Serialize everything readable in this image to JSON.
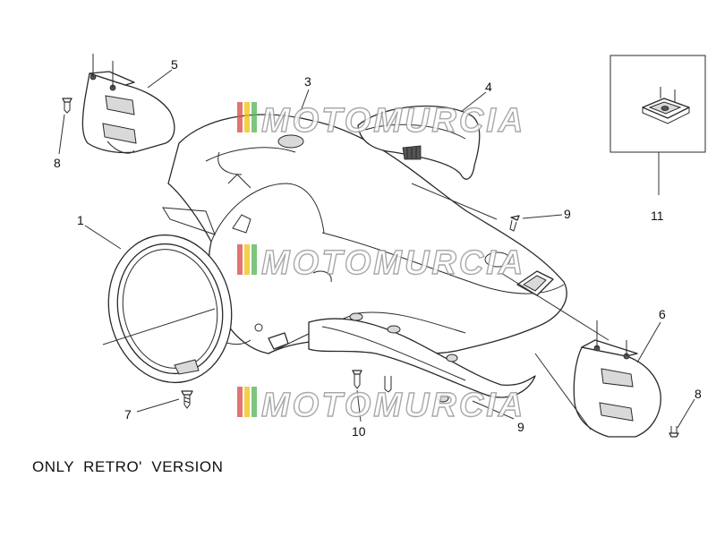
{
  "watermark": "MOTOMURCIA",
  "note": "ONLY  RETRO'  VERSION",
  "callouts": [
    {
      "id": "c1",
      "label": "1"
    },
    {
      "id": "c3",
      "label": "3"
    },
    {
      "id": "c4",
      "label": "4"
    },
    {
      "id": "c5",
      "label": "5"
    },
    {
      "id": "c6",
      "label": "6"
    },
    {
      "id": "c7",
      "label": "7"
    },
    {
      "id": "c8a",
      "label": "8"
    },
    {
      "id": "c8b",
      "label": "8"
    },
    {
      "id": "c9a",
      "label": "9"
    },
    {
      "id": "c9b",
      "label": "9"
    },
    {
      "id": "c10",
      "label": "10"
    },
    {
      "id": "c11",
      "label": "11"
    }
  ],
  "colors": {
    "line": "#2a2a2a",
    "watermark_red": "#d9534f",
    "watermark_yellow": "#f0c419",
    "watermark_green": "#5cb85c"
  }
}
